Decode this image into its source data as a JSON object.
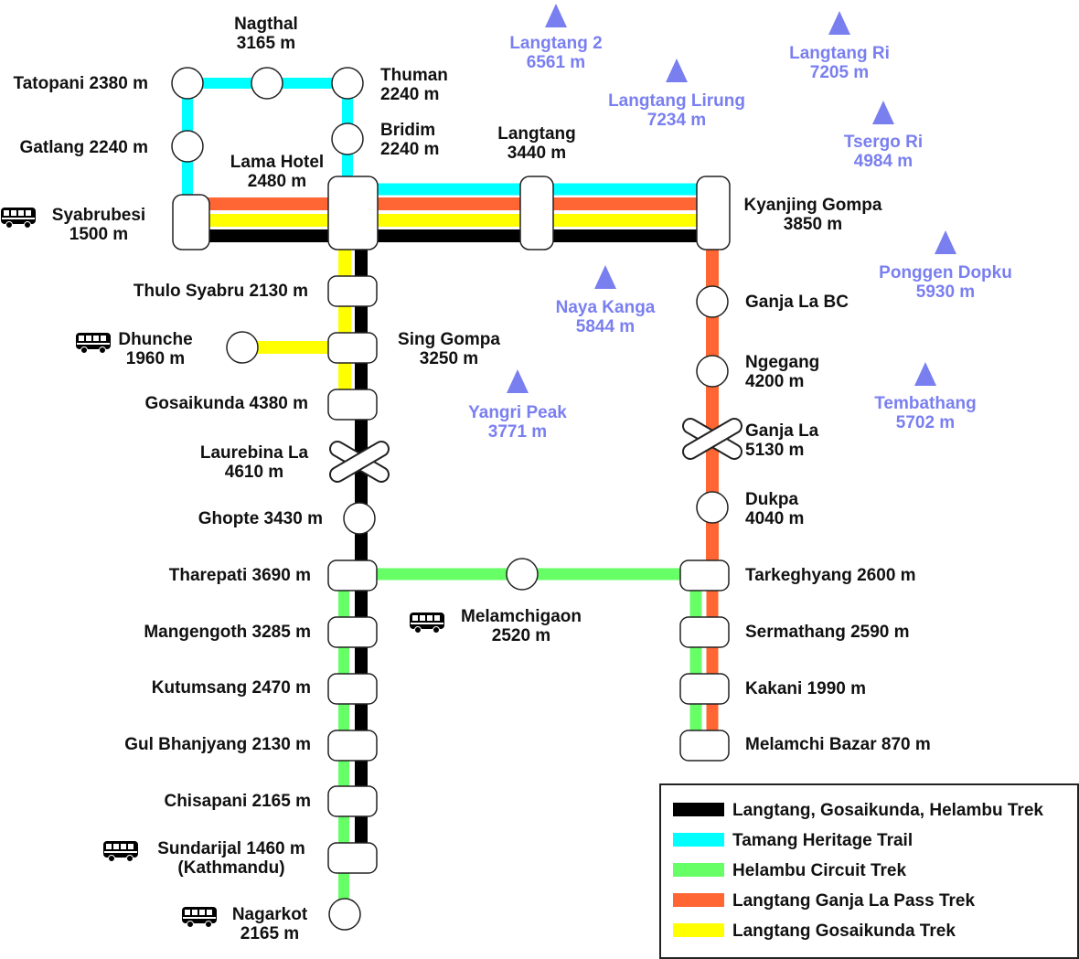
{
  "colors": {
    "black": "#000000",
    "cyan": "#00ffff",
    "green": "#66ff66",
    "orange": "#ff6633",
    "yellow": "#ffff00",
    "peak": "#7a7ff0"
  },
  "stations": {
    "nagthal": [
      "Nagthal",
      "3165 m"
    ],
    "tatopani": [
      "Tatopani 2380 m"
    ],
    "thuman": [
      "Thuman",
      "2240 m"
    ],
    "gatlang": [
      "Gatlang 2240 m"
    ],
    "bridim": [
      "Bridim",
      "2240 m"
    ],
    "lama_hotel": [
      "Lama Hotel",
      "2480 m"
    ],
    "langtang": [
      "Langtang",
      "3440 m"
    ],
    "syabrubesi": [
      "Syabrubesi",
      "1500 m"
    ],
    "kyanjing_gompa": [
      "Kyanjing Gompa",
      "3850 m"
    ],
    "thulo_syabru": [
      "Thulo Syabru 2130 m"
    ],
    "ganja_la_bc": [
      "Ganja La BC"
    ],
    "dhunche": [
      "Dhunche",
      "1960 m"
    ],
    "sing_gompa": [
      "Sing Gompa",
      "3250 m"
    ],
    "ngegang": [
      "Ngegang",
      "4200 m"
    ],
    "gosaikunda": [
      "Gosaikunda 4380 m"
    ],
    "ganja_la": [
      "Ganja La",
      "5130 m"
    ],
    "laurebina_la": [
      "Laurebina La",
      "4610 m"
    ],
    "dukpa": [
      "Dukpa",
      "4040 m"
    ],
    "ghopte": [
      "Ghopte 3430 m"
    ],
    "tharepati": [
      "Tharepati 3690 m"
    ],
    "tarkeghyang": [
      "Tarkeghyang 2600 m"
    ],
    "melamchigaon": [
      "Melamchigaon",
      "2520 m"
    ],
    "mangengoth": [
      "Mangengoth 3285 m"
    ],
    "sermathang": [
      "Sermathang 2590 m"
    ],
    "kutumsang": [
      "Kutumsang 2470 m"
    ],
    "kakani": [
      "Kakani 1990 m"
    ],
    "gul_bhanjyang": [
      "Gul Bhanjyang 2130 m"
    ],
    "melamchi_bazar": [
      "Melamchi Bazar 870 m"
    ],
    "chisapani": [
      "Chisapani 2165 m"
    ],
    "sundarijal": [
      "Sundarijal 1460 m",
      "(Kathmandu)"
    ],
    "nagarkot": [
      "Nagarkot",
      "2165 m"
    ]
  },
  "peaks": {
    "langtang_2": [
      "Langtang 2",
      "6561 m"
    ],
    "langtang_lirung": [
      "Langtang Lirung",
      "7234 m"
    ],
    "langtang_ri": [
      "Langtang Ri",
      "7205 m"
    ],
    "tsergo_ri": [
      "Tsergo Ri",
      "4984 m"
    ],
    "ponggen_dopku": [
      "Ponggen Dopku",
      "5930 m"
    ],
    "naya_kanga": [
      "Naya Kanga",
      "5844 m"
    ],
    "yangri_peak": [
      "Yangri Peak",
      "3771 m"
    ],
    "tembathang": [
      "Tembathang",
      "5702 m"
    ]
  },
  "legend": [
    {
      "label": "Langtang, Gosaikunda, Helambu Trek",
      "color": "#000000"
    },
    {
      "label": "Tamang Heritage Trail",
      "color": "#00ffff"
    },
    {
      "label": "Helambu Circuit Trek",
      "color": "#66ff66"
    },
    {
      "label": "Langtang Ganja La Pass Trek",
      "color": "#ff6633"
    },
    {
      "label": "Langtang Gosaikunda Trek",
      "color": "#ffff00"
    }
  ]
}
